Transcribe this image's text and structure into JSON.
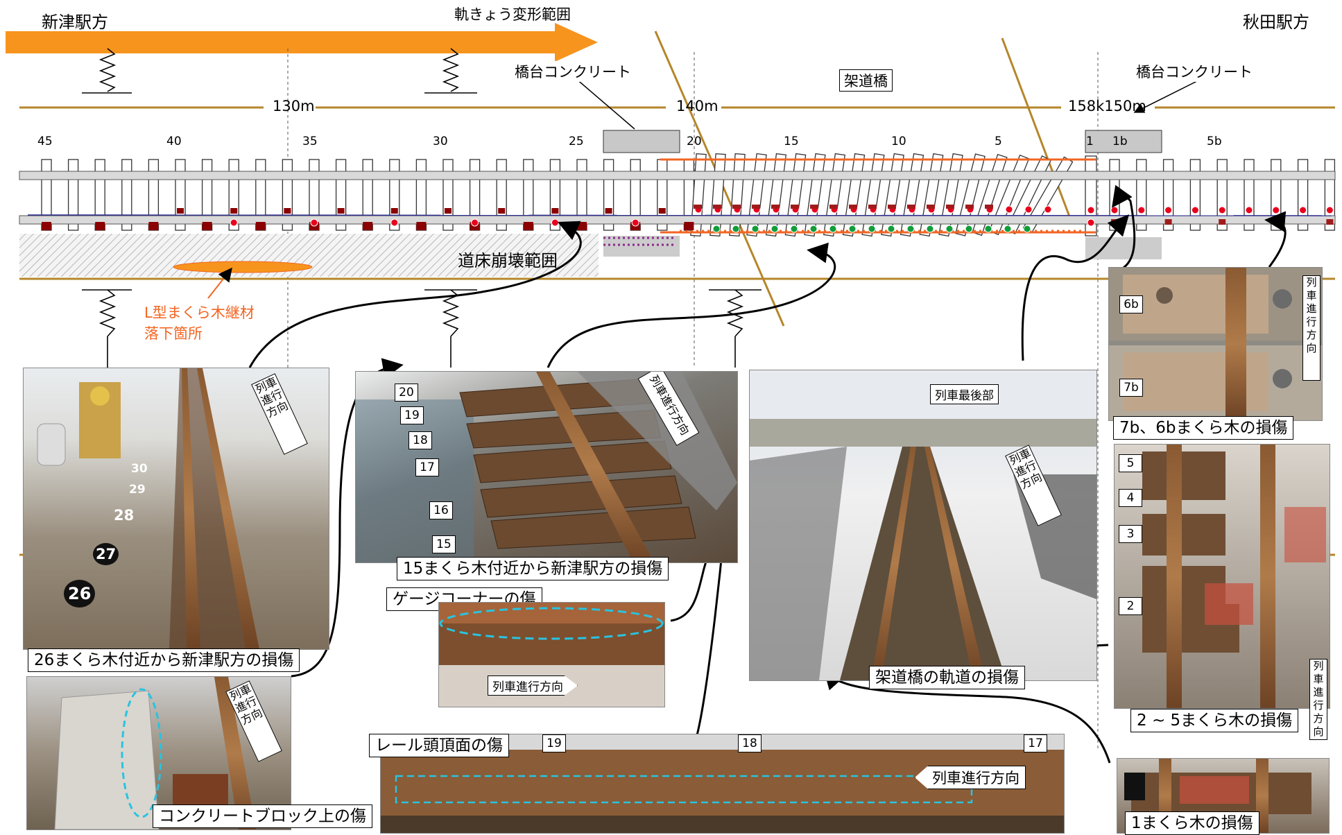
{
  "diagram": {
    "station_left": "新津駅方",
    "station_right": "秋田駅方",
    "deformation_range": "軌きょう変形範囲",
    "abutment_left": "橋台コンクリート",
    "abutment_right": "橋台コンクリート",
    "bridge": "架道橋",
    "dist_130": "130m",
    "dist_140": "140m",
    "dist_150": "158k150m",
    "ballast_collapse": "道床崩壊範囲",
    "l_sleeper_note_1": "L型まくら木継材",
    "l_sleeper_note_2": "落下箇所",
    "sleeper_numbers_left": [
      "45",
      "40",
      "35",
      "30",
      "25",
      "20",
      "15",
      "10",
      "5",
      "1"
    ],
    "sleeper_numbers_right": [
      "1b",
      "5b"
    ]
  },
  "photos": {
    "p26": {
      "caption": "26まくら木付近から新津駅方の損傷",
      "direction": "列車進行方向",
      "markers": [
        "30",
        "29",
        "28",
        "27",
        "26"
      ]
    },
    "p15": {
      "caption": "15まくら木付近から新津駅方の損傷",
      "direction": "列車進行方向",
      "markers": [
        "20",
        "19",
        "18",
        "17",
        "16",
        "15"
      ]
    },
    "gauge": {
      "caption": "ゲージコーナーの傷",
      "direction": "列車進行方向"
    },
    "concrete": {
      "caption": "コンクリートブロック上の傷",
      "direction": "列車進行方向"
    },
    "railhead": {
      "caption": "レール頭頂面の傷",
      "direction": "列車進行方向",
      "markers": [
        "19",
        "18",
        "17"
      ]
    },
    "bridge": {
      "caption": "架道橋の軌道の損傷",
      "direction": "列車進行方向",
      "tail": "列車最後部"
    },
    "s76b": {
      "caption": "7b、6bまくら木の損傷",
      "direction": "列車進行方向",
      "markers": [
        "6b",
        "7b"
      ]
    },
    "s25": {
      "caption": "2 ~ 5まくら木の損傷",
      "direction": "列車進行方向",
      "markers": [
        "5",
        "4",
        "3",
        "2"
      ]
    },
    "s1": {
      "caption": "1まくら木の損傷"
    }
  },
  "colors": {
    "arrow": "#f7941d",
    "orange_line": "#f26522",
    "brown_line": "#b5862a",
    "red_mark": "#e8001c",
    "green_mark": "#109d3a",
    "cyan_dash": "#29c3e0"
  }
}
